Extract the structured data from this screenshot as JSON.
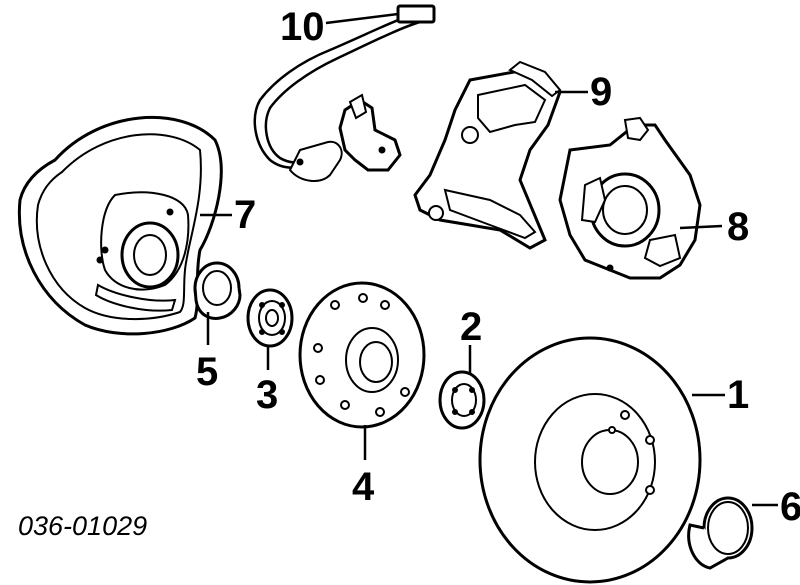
{
  "diagram": {
    "part_number": "036-01029",
    "callouts": [
      {
        "id": "1",
        "label": "1"
      },
      {
        "id": "2",
        "label": "2"
      },
      {
        "id": "3",
        "label": "3"
      },
      {
        "id": "4",
        "label": "4"
      },
      {
        "id": "5",
        "label": "5"
      },
      {
        "id": "6",
        "label": "6"
      },
      {
        "id": "7",
        "label": "7"
      },
      {
        "id": "8",
        "label": "8"
      },
      {
        "id": "9",
        "label": "9"
      },
      {
        "id": "10",
        "label": "10"
      }
    ]
  }
}
